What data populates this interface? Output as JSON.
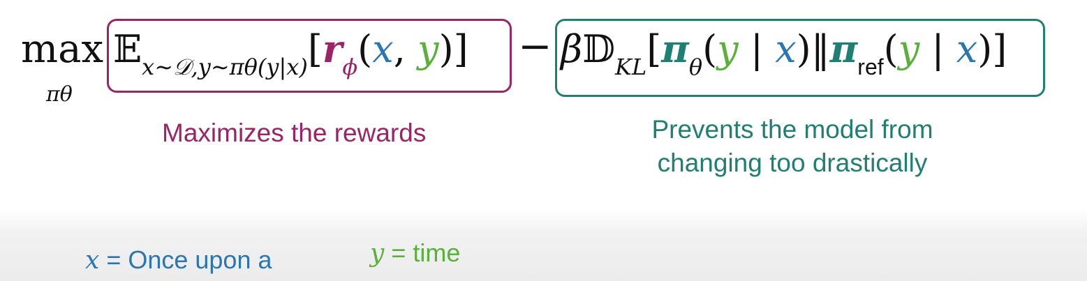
{
  "formula": {
    "max": "max",
    "max_sub": "πθ",
    "expectation": "𝔼",
    "expectation_sub": "x∼𝒟,y∼πθ(y|x)",
    "reward_open": "[",
    "reward_r": "r",
    "reward_phi": "ϕ",
    "reward_lparen": "(",
    "x": "x",
    "comma": ", ",
    "y": "y",
    "reward_close": ")]",
    "minus": "−",
    "beta": "β",
    "kl_D": "𝔻",
    "kl_sub": "KL",
    "kl_open": "[",
    "pi": "π",
    "theta": "θ",
    "lparen": "(",
    "bar": " | ",
    "rparen": ")",
    "double_bar": "‖",
    "ref": "ref",
    "kl_close": ")]"
  },
  "labels": {
    "left": "Maximizes the rewards",
    "right_line1": "Prevents the model from",
    "right_line2": "changing too drastically"
  },
  "definitions": {
    "x_var": "x",
    "x_eq": " = Once upon a",
    "y_var": "y",
    "y_eq": " = time"
  },
  "colors": {
    "reward": "#9c2466",
    "kl": "#1e7f72",
    "x": "#2a76b3",
    "y": "#5ab03a"
  }
}
